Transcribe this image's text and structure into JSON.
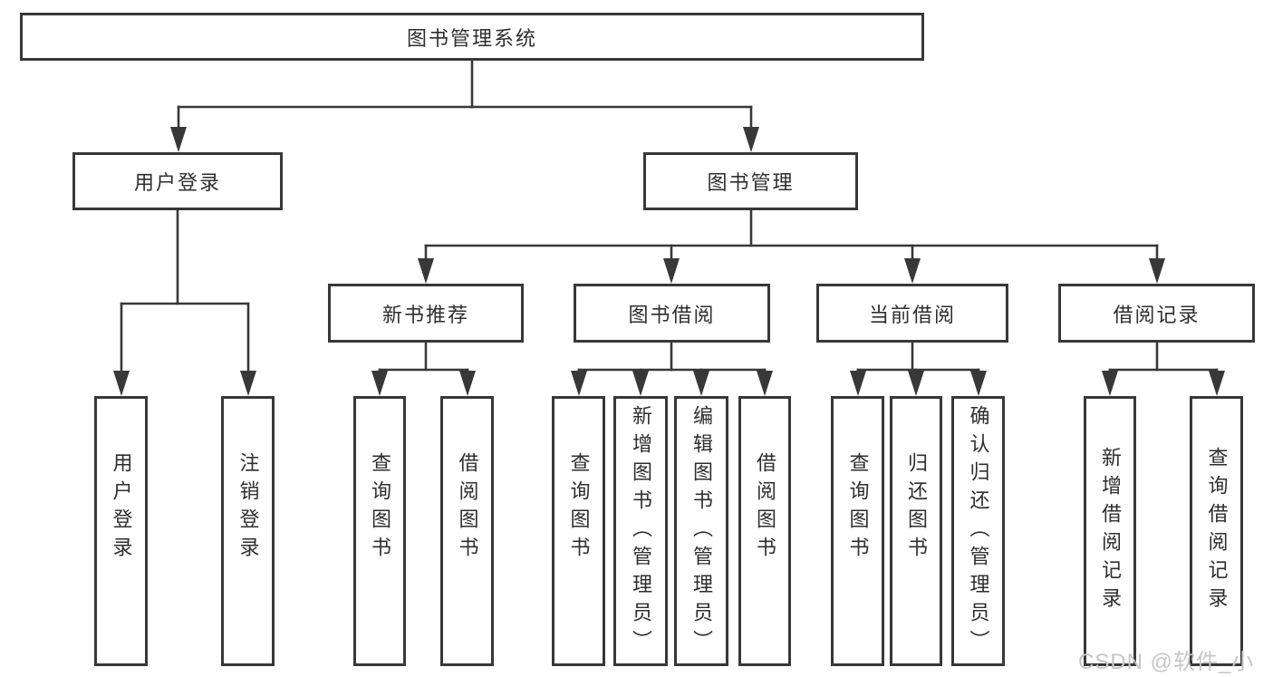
{
  "diagram": {
    "title": "图书管理系统",
    "root": {
      "label": "图书管理系统"
    },
    "level2": [
      {
        "label": "用户登录"
      },
      {
        "label": "图书管理"
      }
    ],
    "level3": [
      {
        "label": "新书推荐"
      },
      {
        "label": "图书借阅"
      },
      {
        "label": "当前借阅"
      },
      {
        "label": "借阅记录"
      }
    ],
    "leaves": {
      "user_login": [
        "用户登录",
        "注销登录"
      ],
      "new_book": [
        "查询图书",
        "借阅图书"
      ],
      "book_borrow": [
        "查询图书",
        "新增图书（管理员）",
        "编辑图书（管理员）",
        "借阅图书"
      ],
      "current_borrow": [
        "查询图书",
        "归还图书",
        "确认归还（管理员）"
      ],
      "borrow_record": [
        "新增借阅记录",
        "查询借阅记录"
      ]
    }
  },
  "watermark": {
    "text": "CSDN @软件_小贺同学"
  },
  "colors": {
    "background": "#ffffff",
    "line": "#383838",
    "text": "#2e2e2e",
    "watermark": "#c6c6c6"
  }
}
